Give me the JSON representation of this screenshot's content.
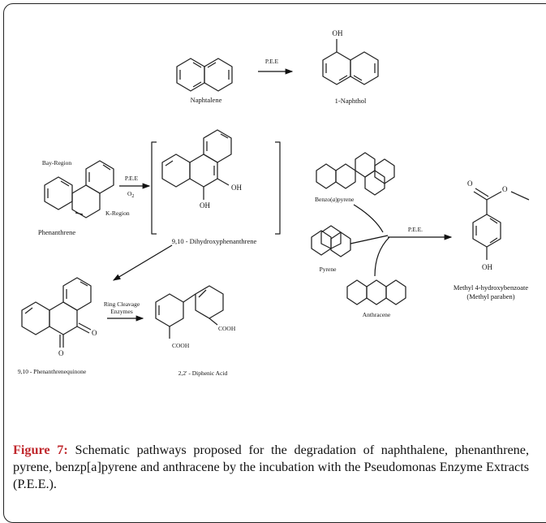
{
  "colors": {
    "accent": "#c0282d",
    "ink": "#111111",
    "border": "#222222"
  },
  "labels": {
    "pee": "P.E.E",
    "pee2": "P.E.E.",
    "o2": "O",
    "o2_sub": "2",
    "oh": "OH",
    "o": "O",
    "cooh": "COOH",
    "ring1": "Ring Cleavage",
    "ring2": "Enzymes",
    "bay": "Bay-Region",
    "k": "K-Region"
  },
  "compounds": {
    "naphthalene": "Naphtalene",
    "naphthol": "1-Naphthol",
    "phenanthrene": "Phenanthrene",
    "dihydroxy": "9,10 - Dihydroxyphenanthrene",
    "quinone": "9,10 - Phenanthrenequinone",
    "diphenic": "2,2' - Diphenic Acid",
    "benzo_pre": "Benzo(",
    "benzo_a": "a",
    "benzo_post": ")pyrene",
    "pyrene": "Pyrene",
    "anthracene": "Anthracene",
    "paraben1": "Methyl 4-hydroxybenzoate",
    "paraben2": "(Methyl paraben)"
  },
  "caption": {
    "label": "Figure 7:",
    "text": " Schematic pathways proposed for the degradation of naphthalene, phenanthrene, pyrene, benzp[a]pyrene and anthracene by the incubation with the Pseudomonas Enzyme Extracts (P.E.E.)."
  }
}
